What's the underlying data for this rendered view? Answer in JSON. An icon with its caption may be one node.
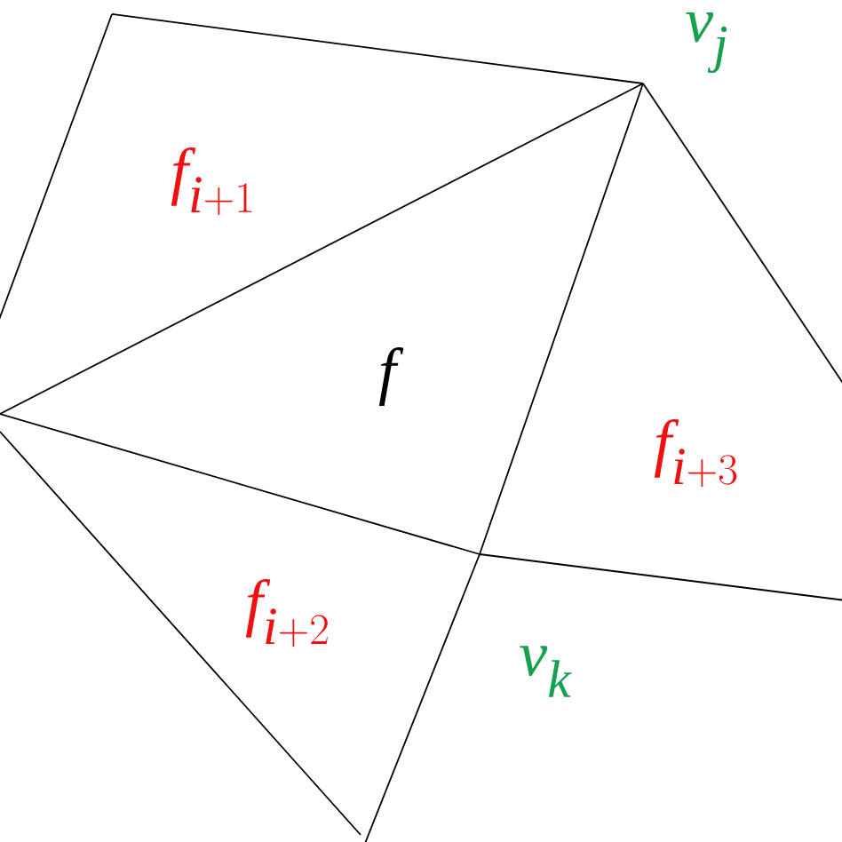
{
  "diagram": {
    "labels": [
      "v_j",
      "f_{i+1}",
      "f",
      "f_{i+3}",
      "f_{i+2}",
      "v_k"
    ]
  }
}
